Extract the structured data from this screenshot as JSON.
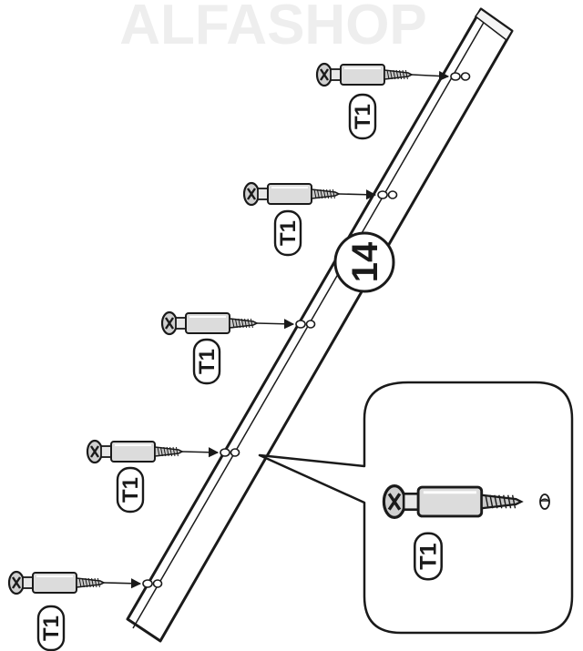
{
  "watermark": {
    "text": "ALFASHOP",
    "color": "#eeeeee"
  },
  "part": {
    "number": "14"
  },
  "screws": [
    {
      "label": "T1"
    },
    {
      "label": "T1"
    },
    {
      "label": "T1"
    },
    {
      "label": "T1"
    },
    {
      "label": "T1"
    }
  ],
  "detail": {
    "label": "T1"
  },
  "colors": {
    "ink": "#1a1a1a",
    "sleeve_fill": "#dcdcdc",
    "screw_fill": "#c8c8c8",
    "board_fill": "#ffffff"
  },
  "icons": [
    "phillips-head-icon",
    "screw-thread-icon",
    "pilot-hole-icon",
    "arrow-icon"
  ]
}
